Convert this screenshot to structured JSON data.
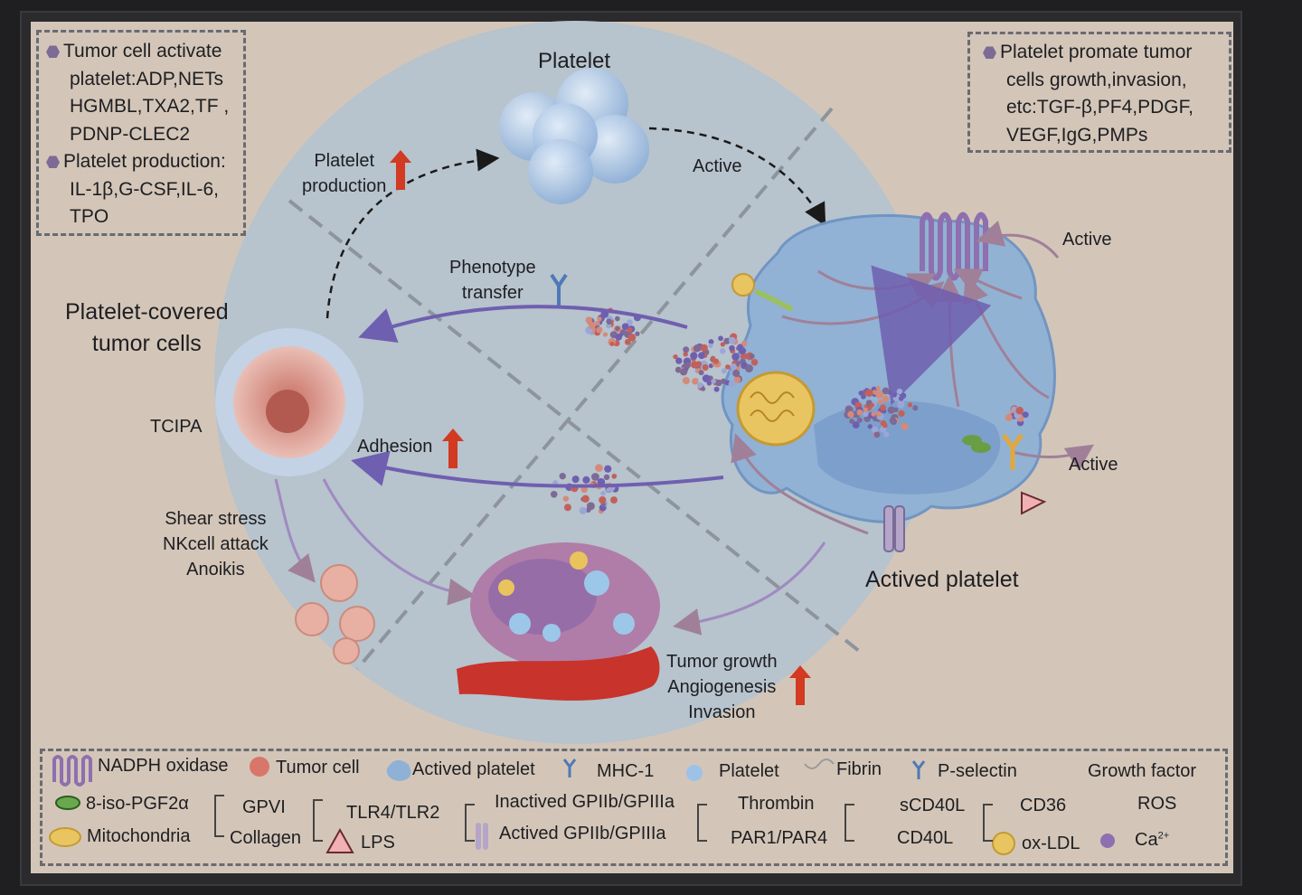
{
  "boxes": {
    "tumor_activate": [
      "Tumor cell activate",
      "platelet:ADP,NETs",
      "HGMBL,TXA2,TF ,",
      "PDNP-CLEC2"
    ],
    "production": [
      "Platelet production:",
      "IL-1β,G-CSF,IL-6,",
      "TPO"
    ],
    "promote": [
      "Platelet promate tumor",
      "cells growth,invasion,",
      "etc:TGF-β,PF4,PDGF,",
      "VEGF,IgG,PMPs"
    ]
  },
  "labels": {
    "platelet": "Platelet",
    "platelet_production": [
      "Platelet",
      "production"
    ],
    "active_top": "Active",
    "phenotype_transfer": [
      "Phenotype",
      "transfer"
    ],
    "platelet_covered": [
      "Platelet-covered",
      "tumor cells"
    ],
    "tcipa": "TCIPA",
    "adhesion": "Adhesion",
    "shear": [
      "Shear stress",
      "NKcell attack",
      "Anoikis"
    ],
    "tumor_growth": [
      "Tumor growth",
      "Angiogenesis",
      "Invasion"
    ],
    "actived_platelet": "Actived platelet",
    "active_right_top": "Active",
    "active_right_bottom": "Active"
  },
  "legend": {
    "row1": [
      "NADPH oxidase",
      "Tumor cell",
      "Actived platelet",
      "MHC-1",
      "Platelet",
      "Fibrin",
      "P-selectin",
      "Growth factor"
    ],
    "row2": [
      "8-iso-PGF2α",
      "GPVI",
      "TLR4/TLR2",
      "Inactived GPIIb/GPIIIa",
      "Thrombin",
      "sCD40L",
      "CD36",
      "ROS"
    ],
    "row3": [
      "Mitochondria",
      "Collagen",
      "LPS",
      "Actived GPIIb/GPIIIa",
      "PAR1/PAR4",
      "CD40L",
      "ox-LDL",
      "Ca"
    ],
    "ca_superscript": "2+"
  },
  "colors": {
    "background": "#d3c6b8",
    "circle": "#b7c3cd",
    "arrow_purple": "#6f5fb0",
    "up_arrow": "#d23a22",
    "cell": "#8fb1d6"
  }
}
